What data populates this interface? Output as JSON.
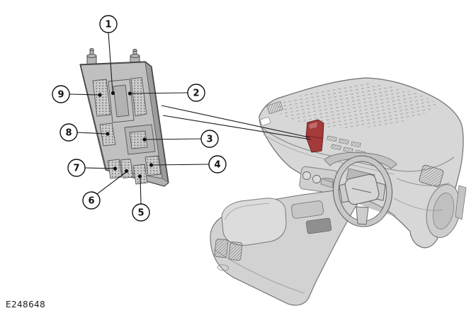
{
  "figure": {
    "id_label": "E248648"
  },
  "callouts": [
    {
      "label": "1"
    },
    {
      "label": "2"
    },
    {
      "label": "3"
    },
    {
      "label": "4"
    },
    {
      "label": "5"
    },
    {
      "label": "6"
    },
    {
      "label": "7"
    },
    {
      "label": "8"
    },
    {
      "label": "9"
    }
  ],
  "colors": {
    "highlight_red": "#a43a3a",
    "highlight_red_edge": "#6e1d1d",
    "leader_line": "#1a1a1a",
    "part_fill_light": "#d6d6d6",
    "part_fill_mid": "#c0c0c0",
    "part_stroke": "#6e6e6e"
  }
}
